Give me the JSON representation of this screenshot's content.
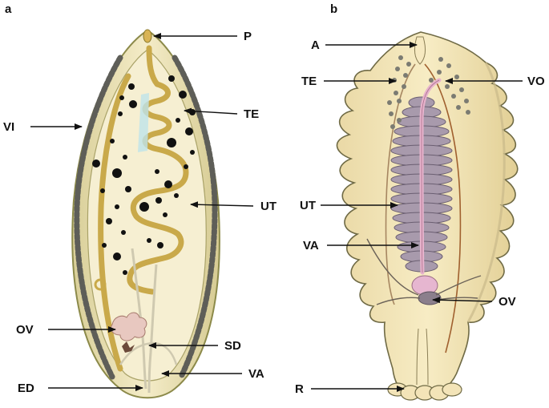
{
  "panels": {
    "a": {
      "letter": "a",
      "labels": {
        "p": "P",
        "te": "TE",
        "vi": "VI",
        "ut": "UT",
        "ov": "OV",
        "sd": "SD",
        "ed": "ED",
        "va": "VA"
      }
    },
    "b": {
      "letter": "b",
      "labels": {
        "a": "A",
        "te": "TE",
        "vo": "VO",
        "ut": "UT",
        "va": "VA",
        "ov": "OV",
        "r": "R"
      }
    }
  },
  "colors": {
    "body_fill": "#efe3b4",
    "body_outline": "#8c8a4a",
    "inner_fill": "#f6efd2",
    "uterus_gold": "#c9a94a",
    "vitelline_grey": "#5e5e58",
    "egg_black": "#111111",
    "uterus_purple": "#a89aac",
    "vagina_pink": "#e7b3cc",
    "ovary_pink": "#e8c8c0"
  }
}
